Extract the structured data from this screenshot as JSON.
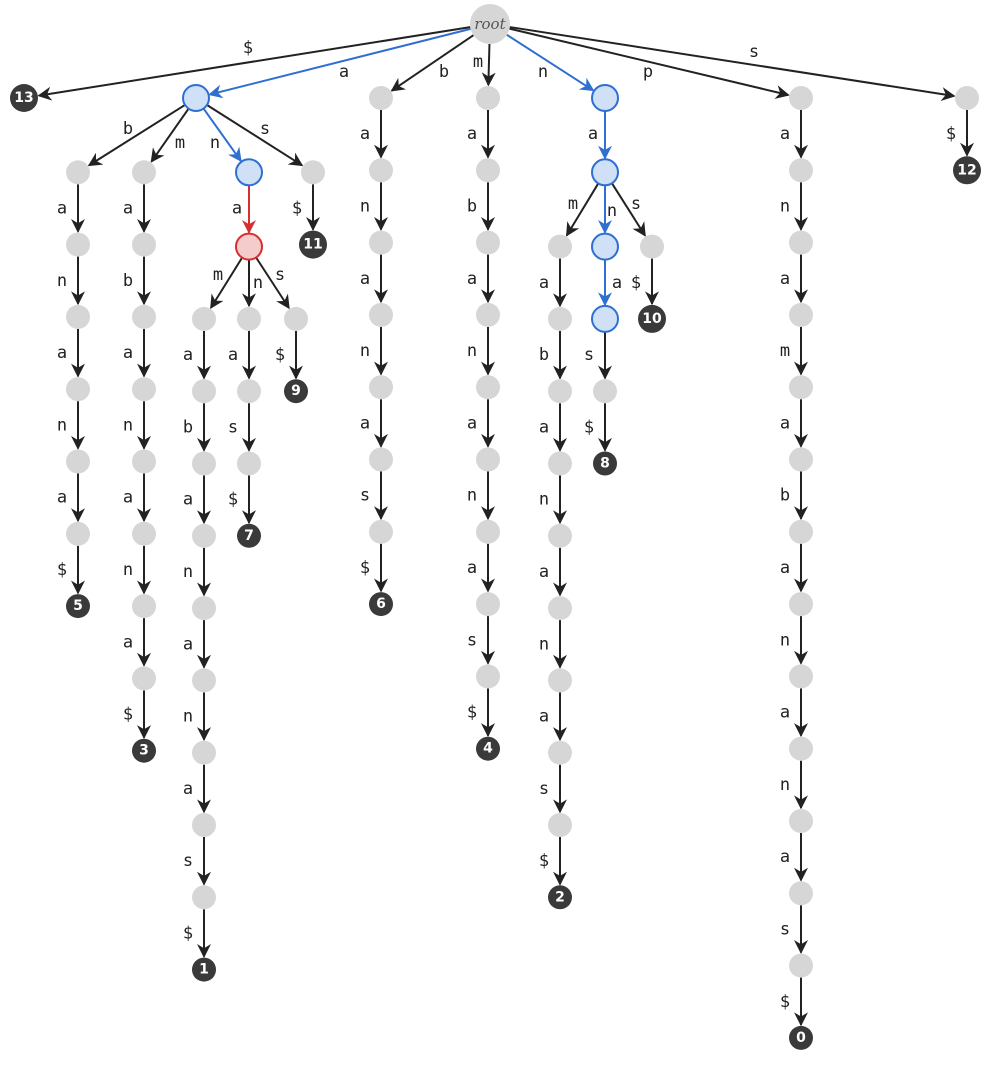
{
  "title": "",
  "root_label": "root",
  "colors": {
    "edge": "#222222",
    "highlight": "#2f6fd1",
    "match": "#d62f2f",
    "internal_node": "#d6d6d6",
    "highlight_node_fill": "#cfe0f7",
    "match_node_fill": "#f5cccc",
    "leaf_node": "#3a3a3a"
  },
  "highlighted_path": [
    "a",
    "n",
    "a"
  ],
  "tree": {
    "id": "root",
    "type": "root",
    "children": [
      {
        "label": "$",
        "node": {
          "type": "leaf",
          "label": "13"
        }
      },
      {
        "label": "a",
        "hl": "blue",
        "node": {
          "type": "internal",
          "hl": "blue",
          "children": [
            {
              "label": "b",
              "node": {
                "type": "internal",
                "path": "anana$",
                "leaf": "5"
              }
            },
            {
              "label": "m",
              "node": {
                "type": "internal",
                "path": "abanana$",
                "leaf": "3"
              }
            },
            {
              "label": "n",
              "hl": "blue",
              "node": {
                "type": "internal",
                "hl": "blue",
                "children": [
                  {
                    "label": "a",
                    "hl": "red",
                    "node": {
                      "type": "internal",
                      "hl": "red",
                      "children": [
                        {
                          "label": "m",
                          "node": {
                            "type": "internal",
                            "path": "abananas$",
                            "leaf": "1"
                          }
                        },
                        {
                          "label": "n",
                          "node": {
                            "type": "internal",
                            "path": "as$",
                            "leaf": "7"
                          }
                        },
                        {
                          "label": "s",
                          "node": {
                            "type": "internal",
                            "path": "$",
                            "leaf": "9"
                          }
                        }
                      ]
                    }
                  }
                ]
              }
            },
            {
              "label": "s",
              "node": {
                "type": "internal",
                "path": "$",
                "leaf": "11"
              }
            }
          ]
        }
      },
      {
        "label": "b",
        "node": {
          "type": "internal",
          "path": "ananas$",
          "leaf": "6"
        }
      },
      {
        "label": "m",
        "node": {
          "type": "internal",
          "path": "abananas$",
          "leaf": "4"
        }
      },
      {
        "label": "n",
        "hl": "blue",
        "node": {
          "type": "internal",
          "hl": "blue",
          "children": [
            {
              "label": "a",
              "hl": "blue",
              "node": {
                "type": "internal",
                "hl": "blue",
                "children": [
                  {
                    "label": "m",
                    "node": {
                      "type": "internal",
                      "path": "abananas$",
                      "leaf": "2"
                    }
                  },
                  {
                    "label": "n",
                    "hl": "blue",
                    "node": {
                      "type": "internal",
                      "hl": "blue",
                      "children": [
                        {
                          "label": "a",
                          "hl": "blue",
                          "node": {
                            "type": "internal",
                            "hl": "blue",
                            "path": "s$",
                            "leaf": "8"
                          }
                        }
                      ]
                    }
                  },
                  {
                    "label": "s",
                    "node": {
                      "type": "internal",
                      "path": "$",
                      "leaf": "10"
                    }
                  }
                ]
              }
            }
          ]
        }
      },
      {
        "label": "p",
        "node": {
          "type": "internal",
          "path": "anamabananas$",
          "leaf": "0"
        }
      },
      {
        "label": "s",
        "node": {
          "type": "internal",
          "path": "$",
          "leaf": "12"
        }
      }
    ]
  }
}
